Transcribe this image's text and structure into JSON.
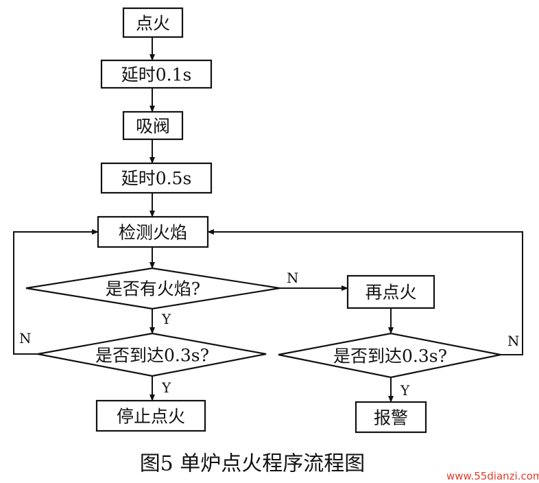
{
  "nodes": {
    "ignite": "点火",
    "delay1": "延时0.1s",
    "valve": "吸阀",
    "delay2": "延时0.5s",
    "detect": "检测火焰",
    "has_flame": "是否有火焰?",
    "reached_left": "是否到达0.3s?",
    "stop": "停止点火",
    "reignite": "再点火",
    "reached_right": "是否到达0.3s?",
    "alarm": "报警"
  },
  "labels": {
    "n_has_flame": "N",
    "y_has_flame": "Y",
    "n_left": "N",
    "y_left": "Y",
    "y_right": "Y",
    "n_right": "N"
  },
  "caption": "图5  单炉点火程序流程图",
  "watermark": "www.55dianzi.com"
}
